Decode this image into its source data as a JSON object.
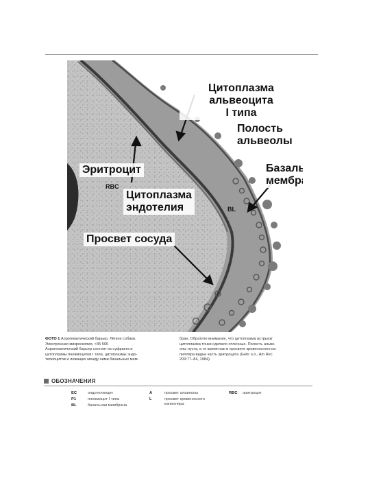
{
  "figure": {
    "labels": {
      "alveocyte_cytoplasm": [
        "Цитоплазма альвеоцита",
        "I типа"
      ],
      "alveolar_cavity": "Полость альвеолы",
      "basal_membrane": [
        "Базальная",
        "мембрана"
      ],
      "erythrocyte": "Эритроцит",
      "endothelium_cytoplasm": [
        "Цитоплазма",
        "эндотелия"
      ],
      "vessel_lumen": "Просвет сосуда"
    },
    "tags": {
      "rbc": "RBC",
      "bl": "BL"
    },
    "colors": {
      "lumen": "#c9c9c9",
      "membrane": "#3a3a3a",
      "erythrocyte": "#2b2b2b"
    }
  },
  "caption": {
    "left": [
      {
        "bold": "ФОТО 1",
        "text": "Аэрогематический барьер. Лёгкое собаки."
      },
      {
        "text": "Электронная микроскопия, ×35 500"
      },
      {
        "text": "Аэрогематический барьер состоит из суфракта и"
      },
      {
        "text": "цитоплазмы пневмоцитов I типа, цитоплазмы эндо-"
      },
      {
        "text": "телиоцитов и лежащих между ними базальных мем-"
      }
    ],
    "right": [
      {
        "text": "бран. Обратите внимание, что цитоплазма астрыскг"
      },
      {
        "text": "цитоплазма тонки сделало отличные. Полость альве-"
      },
      {
        "text": "олы пуста, в то время как в просвете кровеносного ка-"
      },
      {
        "text": "пилляра видна часть эритроцита (Gehr u.o., Am Rec"
      },
      {
        "text": "209:77–84, 1984)."
      }
    ]
  },
  "legend": {
    "heading": "ОБОЗНАЧЕНИЯ",
    "col1": [
      {
        "code": "EC",
        "text": "эндотелиоцит"
      },
      {
        "code": "P1",
        "text": "пневмоцит I типа"
      },
      {
        "code": "BL",
        "text": "базальная мембрана"
      }
    ],
    "col2": [
      {
        "code": "A",
        "text": "просвет альвеолы"
      },
      {
        "code": "L",
        "text": "просвет кровеносного капилляра"
      }
    ],
    "col3": [
      {
        "code": "RBC",
        "text": "эритроцит"
      }
    ]
  }
}
